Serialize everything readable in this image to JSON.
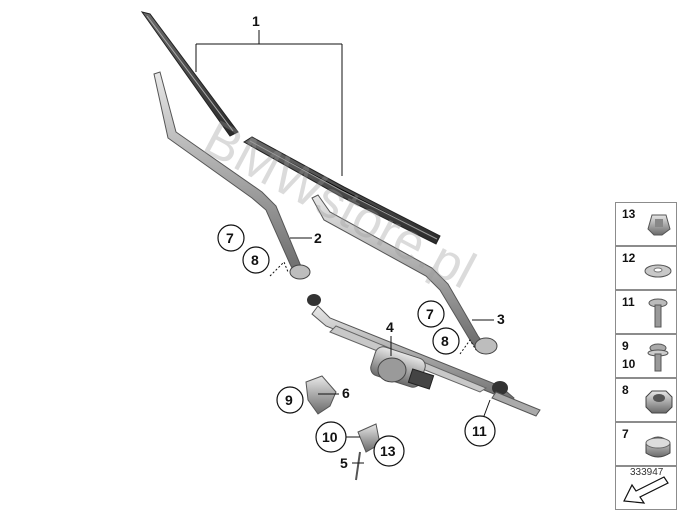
{
  "watermark": "BMWstore.pl",
  "callouts": {
    "c1": "1",
    "c2": "2",
    "c3": "3",
    "c4": "4",
    "c5": "5",
    "c6": "6"
  },
  "circled": {
    "a7": "7",
    "a8": "8",
    "b7": "7",
    "b8": "8",
    "c9": "9",
    "c10": "10",
    "c13": "13",
    "c11": "11"
  },
  "panel": {
    "p13": "13",
    "p12": "12",
    "p11": "11",
    "p9": "9",
    "p10": "10",
    "p8": "8",
    "p7": "7"
  },
  "reference_number": "333947"
}
